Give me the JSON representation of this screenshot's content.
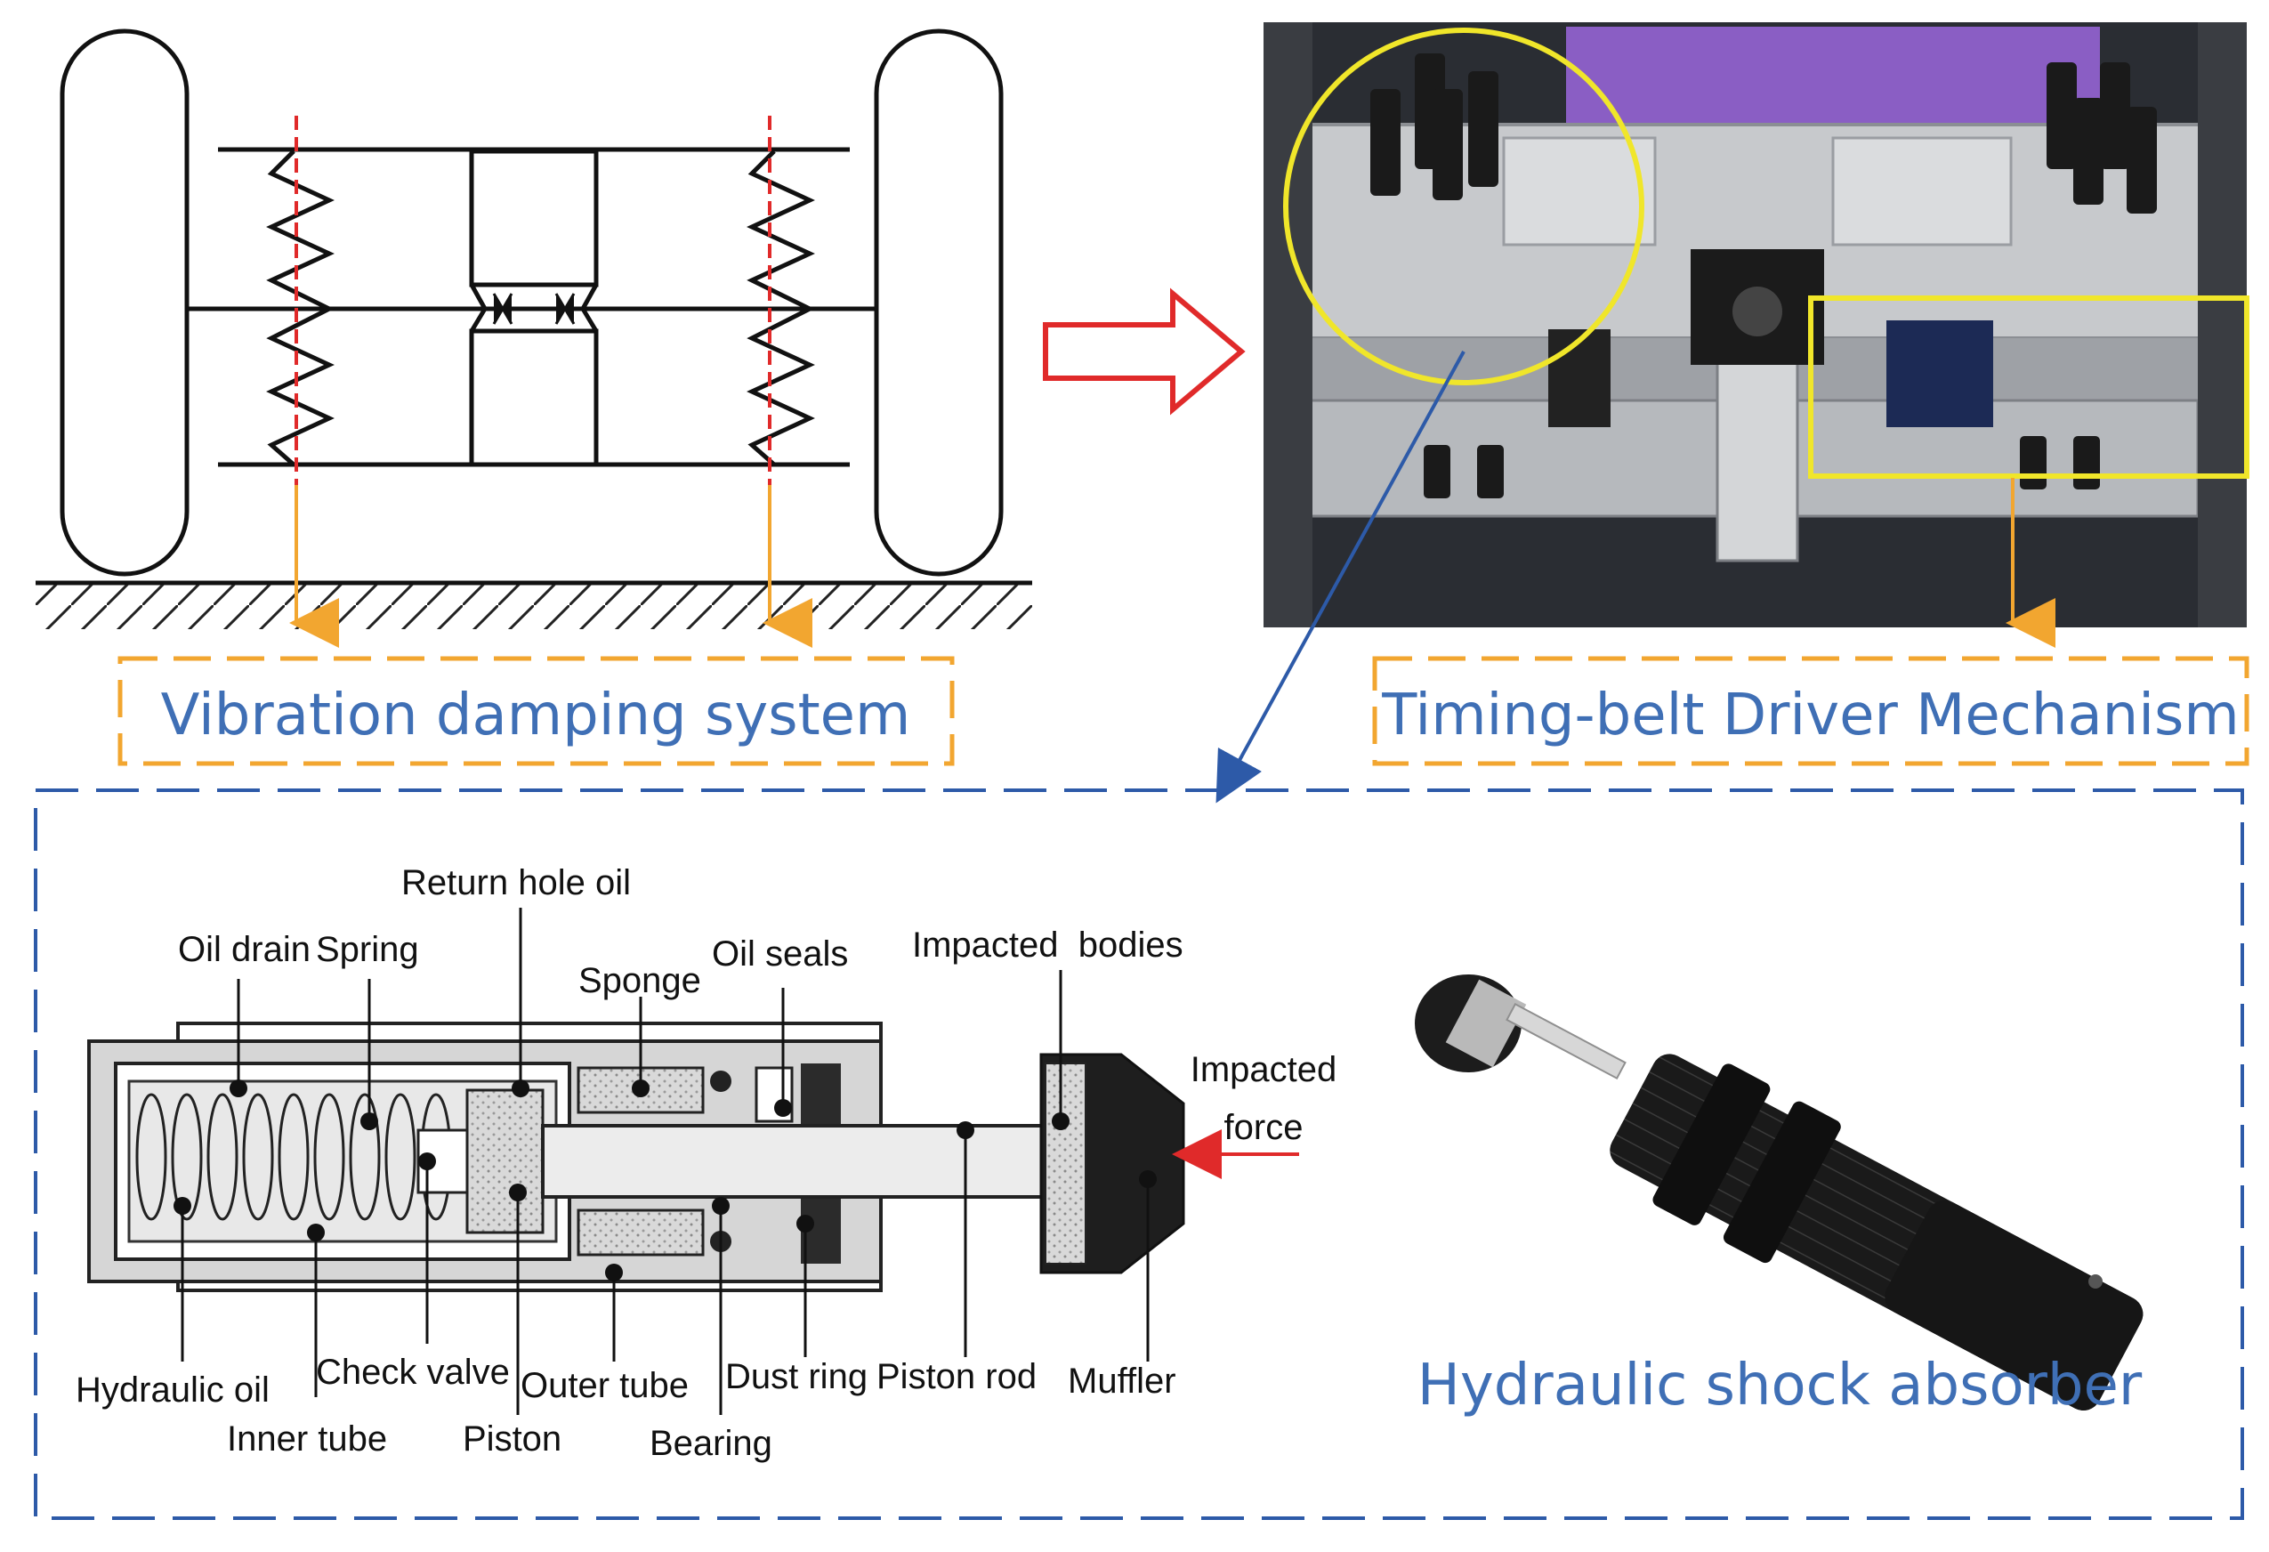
{
  "captions": {
    "vibration": "Vibration damping system",
    "timing": "Timing-belt Driver Mechanism",
    "hydraulic": "Hydraulic shock absorber"
  },
  "labels": {
    "return_hole_oil": "Return hole oil",
    "oil_drain": "Oil drain",
    "spring": "Spring",
    "sponge": "Sponge",
    "oil_seals": "Oil seals",
    "impacted_bodies": "Impacted  bodies",
    "impacted_force_1": "Impacted",
    "impacted_force_2": "force",
    "hydraulic_oil": "Hydraulic oil",
    "check_valve": "Check valve",
    "outer_tube": "Outer tube",
    "dust_ring": "Dust ring",
    "piston_rod": "Piston rod",
    "muffler": "Muffler",
    "inner_tube": "Inner tube",
    "piston": "Piston",
    "bearing": "Bearing"
  },
  "colors": {
    "caption_blue": "#3f6fb5",
    "orange": "#f2a630",
    "red_arrow": "#e02a2a",
    "yellow_highlight": "#f0e62a",
    "dashed_blue": "#2d5aa8"
  }
}
